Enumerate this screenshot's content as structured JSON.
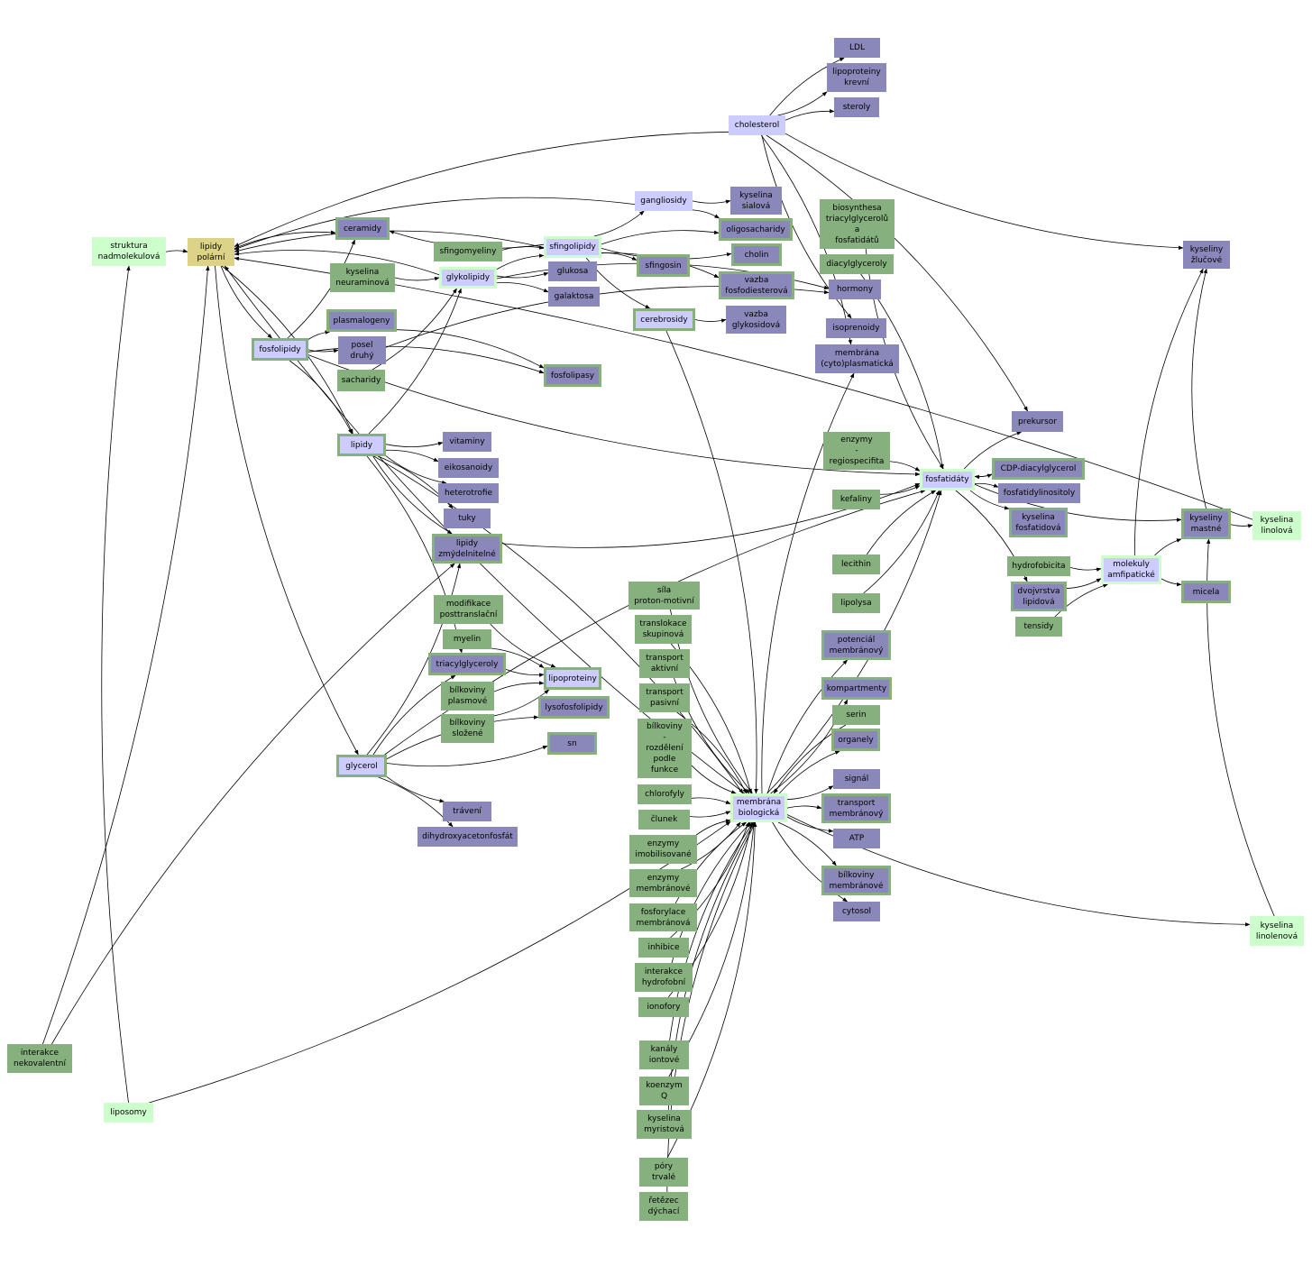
{
  "nodes": {
    "lipidy_polarni": {
      "label": "lipidy\npolární",
      "fill": "yellow",
      "border": "none"
    },
    "struktura": {
      "label": "struktura\nnadmolekulová",
      "fill": "mint",
      "border": "none"
    },
    "cholesterol": {
      "label": "cholesterol",
      "fill": "lav",
      "border": "none"
    },
    "ldl": {
      "label": "LDL",
      "fill": "purple",
      "border": "none"
    },
    "lipoproteiny_krevni": {
      "label": "lipoproteiny\nkrevní",
      "fill": "purple",
      "border": "none"
    },
    "steroly": {
      "label": "steroly",
      "fill": "purple",
      "border": "none"
    },
    "gangliosidy": {
      "label": "gangliosidy",
      "fill": "lav",
      "border": "none"
    },
    "kyselina_sialova": {
      "label": "kyselina\nsialová",
      "fill": "purple",
      "border": "none"
    },
    "oligosacharidy": {
      "label": "oligosacharidy",
      "fill": "purple",
      "border": "green"
    },
    "ceramidy": {
      "label": "ceramidy",
      "fill": "purple",
      "border": "green"
    },
    "sfingomyeliny": {
      "label": "sfingomyeliny",
      "fill": "green",
      "border": "none"
    },
    "sfingolipidy": {
      "label": "sfingolipidy",
      "fill": "lav",
      "border": "mint"
    },
    "sfingosin": {
      "label": "sfingosin",
      "fill": "purple",
      "border": "green"
    },
    "cholin": {
      "label": "cholin",
      "fill": "purple",
      "border": "green"
    },
    "biosynthesa": {
      "label": "biosynthesa\ntriacylglycerolů\na\nfosfatidátů",
      "fill": "green",
      "border": "none"
    },
    "kyseliny_zlucove": {
      "label": "kyseliny\nžlučové",
      "fill": "purple",
      "border": "none"
    },
    "kyselina_neuraminova": {
      "label": "kyselina\nneuraminová",
      "fill": "green",
      "border": "none"
    },
    "glykolipidy": {
      "label": "glykolipidy",
      "fill": "lav",
      "border": "mint"
    },
    "glukosa": {
      "label": "glukosa",
      "fill": "purple",
      "border": "none"
    },
    "galaktosa": {
      "label": "galaktosa",
      "fill": "purple",
      "border": "none"
    },
    "vazba_fosfodiesterova": {
      "label": "vazba\nfosfodiesterová",
      "fill": "purple",
      "border": "green"
    },
    "diacylglyceroly": {
      "label": "diacylglyceroly",
      "fill": "green",
      "border": "none"
    },
    "hormony": {
      "label": "hormony",
      "fill": "purple",
      "border": "none"
    },
    "plasmalogeny": {
      "label": "plasmalogeny",
      "fill": "purple",
      "border": "green"
    },
    "cerebrosidy": {
      "label": "cerebrosidy",
      "fill": "lav",
      "border": "green"
    },
    "vazba_glykosidova": {
      "label": "vazba\nglykosidová",
      "fill": "purple",
      "border": "none"
    },
    "isoprenoidy": {
      "label": "isoprenoidy",
      "fill": "purple",
      "border": "none"
    },
    "fosfolipidy": {
      "label": "fosfolipidy",
      "fill": "lav",
      "border": "green"
    },
    "posel_druhy": {
      "label": "posel\ndruhý",
      "fill": "purple",
      "border": "none"
    },
    "membrana_cyto": {
      "label": "membrána\n(cyto)plasmatická",
      "fill": "purple",
      "border": "none"
    },
    "sacharidy": {
      "label": "sacharidy",
      "fill": "green",
      "border": "none"
    },
    "fosfolipasy": {
      "label": "fosfolipasy",
      "fill": "purple",
      "border": "green"
    },
    "prekursor": {
      "label": "prekursor",
      "fill": "purple",
      "border": "none"
    },
    "lipidy": {
      "label": "lipidy",
      "fill": "lav",
      "border": "green"
    },
    "vitaminy": {
      "label": "vitaminy",
      "fill": "purple",
      "border": "none"
    },
    "enzymy_regio": {
      "label": "enzymy\n-\nregiospecifita",
      "fill": "green",
      "border": "none"
    },
    "eikosanoidy": {
      "label": "eikosanoidy",
      "fill": "purple",
      "border": "none"
    },
    "fosfatidaty": {
      "label": "fosfatidáty",
      "fill": "lav",
      "border": "mint"
    },
    "cdp": {
      "label": "CDP-diacylglycerol",
      "fill": "purple",
      "border": "green"
    },
    "heterotrofie": {
      "label": "heterotrofie",
      "fill": "purple",
      "border": "none"
    },
    "kefaliny": {
      "label": "kefaliny",
      "fill": "green",
      "border": "none"
    },
    "fosfatidylinositoly": {
      "label": "fosfatidylinositoly",
      "fill": "purple",
      "border": "none"
    },
    "tuky": {
      "label": "tuky",
      "fill": "purple",
      "border": "none"
    },
    "kyselina_fosfatidova": {
      "label": "kyselina\nfosfatidová",
      "fill": "purple",
      "border": "green"
    },
    "kyseliny_mastne": {
      "label": "kyseliny\nmastné",
      "fill": "purple",
      "border": "green"
    },
    "kyselina_linolova": {
      "label": "kyselina\nlinolová",
      "fill": "mint",
      "border": "none"
    },
    "lipidy_zmydelnitelne": {
      "label": "lipidy\nzmýdelnitelné",
      "fill": "purple",
      "border": "green"
    },
    "lecithin": {
      "label": "lecithin",
      "fill": "green",
      "border": "none"
    },
    "hydrofobicita": {
      "label": "hydrofobicita",
      "fill": "green",
      "border": "none"
    },
    "molekuly_amfipaticke": {
      "label": "molekuly\namfipatické",
      "fill": "lav",
      "border": "mint"
    },
    "sila_proton": {
      "label": "síla\nproton-motivní",
      "fill": "green",
      "border": "none"
    },
    "micela": {
      "label": "micela",
      "fill": "purple",
      "border": "green"
    },
    "dvojvrstva": {
      "label": "dvojvrstva\nlipidová",
      "fill": "purple",
      "border": "green"
    },
    "lipolysa": {
      "label": "lipolysa",
      "fill": "green",
      "border": "none"
    },
    "modifikace": {
      "label": "modifikace\nposttranslační",
      "fill": "green",
      "border": "none"
    },
    "translokace": {
      "label": "translokace\nskupinová",
      "fill": "green",
      "border": "none"
    },
    "tensidy": {
      "label": "tensidy",
      "fill": "green",
      "border": "none"
    },
    "myelin": {
      "label": "myelin",
      "fill": "green",
      "border": "none"
    },
    "potencial": {
      "label": "potenciál\nmembránový",
      "fill": "purple",
      "border": "green"
    },
    "transport_aktivni": {
      "label": "transport\naktivní",
      "fill": "green",
      "border": "none"
    },
    "triacylglyceroly": {
      "label": "triacylglyceroly",
      "fill": "purple",
      "border": "green"
    },
    "lipoproteiny": {
      "label": "lipoproteiny",
      "fill": "lav",
      "border": "green"
    },
    "kompartmenty": {
      "label": "kompartmenty",
      "fill": "purple",
      "border": "green"
    },
    "bilkoviny_plasmove": {
      "label": "bílkoviny\nplasmové",
      "fill": "green",
      "border": "none"
    },
    "transport_pasivni": {
      "label": "transport\npasivní",
      "fill": "green",
      "border": "none"
    },
    "lysofosfolipidy": {
      "label": "lysofosfolipidy",
      "fill": "purple",
      "border": "green"
    },
    "serin": {
      "label": "serin",
      "fill": "green",
      "border": "none"
    },
    "bilkoviny_slozene": {
      "label": "bílkoviny\nsložené",
      "fill": "green",
      "border": "none"
    },
    "bilkoviny_rozdeleni": {
      "label": "bílkoviny\n-\nrozdělení\npodle\nfunkce",
      "fill": "green",
      "border": "none"
    },
    "organely": {
      "label": "organely",
      "fill": "purple",
      "border": "green"
    },
    "sn": {
      "label": "sn",
      "fill": "purple",
      "border": "green"
    },
    "glycerol": {
      "label": "glycerol",
      "fill": "lav",
      "border": "green"
    },
    "signal": {
      "label": "signál",
      "fill": "purple",
      "border": "none"
    },
    "chlorofyly": {
      "label": "chlorofyly",
      "fill": "green",
      "border": "none"
    },
    "membrana_biologicka": {
      "label": "membrána\nbiologická",
      "fill": "lav",
      "border": "mint"
    },
    "transport_membranovy": {
      "label": "transport\nmembránový",
      "fill": "purple",
      "border": "green"
    },
    "travení": {
      "label": "trávení",
      "fill": "purple",
      "border": "none"
    },
    "clunek": {
      "label": "člunek",
      "fill": "green",
      "border": "none"
    },
    "atp": {
      "label": "ATP",
      "fill": "purple",
      "border": "none"
    },
    "dihydroxyaceton": {
      "label": "dihydroxyacetonfosfát",
      "fill": "purple",
      "border": "none"
    },
    "enzymy_imobil": {
      "label": "enzymy\nimobilisované",
      "fill": "green",
      "border": "none"
    },
    "bilkoviny_membranove": {
      "label": "bílkoviny\nmembránové",
      "fill": "purple",
      "border": "green"
    },
    "enzymy_membranove": {
      "label": "enzymy\nmembránové",
      "fill": "green",
      "border": "none"
    },
    "cytosol": {
      "label": "cytosol",
      "fill": "purple",
      "border": "none"
    },
    "fosforylace": {
      "label": "fosforylace\nmembránová",
      "fill": "green",
      "border": "none"
    },
    "kyselina_linolenova": {
      "label": "kyselina\nlinolenová",
      "fill": "mint",
      "border": "none"
    },
    "inhibice": {
      "label": "inhibice",
      "fill": "green",
      "border": "none"
    },
    "interakce_hydrofobni": {
      "label": "interakce\nhydrofobní",
      "fill": "green",
      "border": "none"
    },
    "ionofory": {
      "label": "ionofory",
      "fill": "green",
      "border": "none"
    },
    "interakce_nekovalentni": {
      "label": "interakce\nnekovalentní",
      "fill": "green",
      "border": "none"
    },
    "kanaly": {
      "label": "kanály\niontové",
      "fill": "green",
      "border": "none"
    },
    "koenzym": {
      "label": "koenzym\nQ",
      "fill": "green",
      "border": "none"
    },
    "liposomy": {
      "label": "liposomy",
      "fill": "mint",
      "border": "none"
    },
    "kyselina_myristova": {
      "label": "kyselina\nmyristová",
      "fill": "green",
      "border": "none"
    },
    "pory": {
      "label": "póry\ntrvalé",
      "fill": "green",
      "border": "none"
    },
    "retezec": {
      "label": "řetězec\ndýchací",
      "fill": "green",
      "border": "none"
    }
  },
  "edges": [
    [
      "struktura",
      "lipidy_polarni"
    ],
    [
      "cholesterol",
      "lipidy_polarni"
    ],
    [
      "cholesterol",
      "ldl"
    ],
    [
      "cholesterol",
      "lipoproteiny_krevni"
    ],
    [
      "cholesterol",
      "steroly"
    ],
    [
      "cholesterol",
      "kyseliny_zlucove"
    ],
    [
      "cholesterol",
      "prekursor"
    ],
    [
      "cholesterol",
      "isoprenoidy"
    ],
    [
      "cholesterol",
      "membrana_cyto"
    ],
    [
      "gangliosidy",
      "kyselina_sialova"
    ],
    [
      "gangliosidy",
      "oligosacharidy"
    ],
    [
      "gangliosidy",
      "lipidy_polarni"
    ],
    [
      "sfingolipidy",
      "ceramidy"
    ],
    [
      "sfingolipidy",
      "gangliosidy"
    ],
    [
      "sfingolipidy",
      "sfingosin"
    ],
    [
      "sfingolipidy",
      "cholin"
    ],
    [
      "sfingolipidy",
      "oligosacharidy"
    ],
    [
      "sfingolipidy",
      "cerebrosidy"
    ],
    [
      "sfingolipidy",
      "vazba_fosfodiesterova"
    ],
    [
      "sfingolipidy",
      "lipidy_polarni"
    ],
    [
      "sfingomyeliny",
      "sfingolipidy"
    ],
    [
      "kyselina_neuraminova",
      "glykolipidy"
    ],
    [
      "glykolipidy",
      "sfingolipidy"
    ],
    [
      "glykolipidy",
      "glukosa"
    ],
    [
      "glykolipidy",
      "galaktosa"
    ],
    [
      "glykolipidy",
      "lipidy_polarni"
    ],
    [
      "glykolipidy",
      "hormony"
    ],
    [
      "cerebrosidy",
      "vazba_glykosidova"
    ],
    [
      "cerebrosidy",
      "membrana_biologicka"
    ],
    [
      "lipidy_polarni",
      "fosfolipidy"
    ],
    [
      "lipidy_polarni",
      "lipidy"
    ],
    [
      "lipidy_polarni",
      "glycerol"
    ],
    [
      "lipidy_polarni",
      "ceramidy"
    ],
    [
      "fosfolipidy",
      "ceramidy"
    ],
    [
      "fosfolipidy",
      "plasmalogeny"
    ],
    [
      "fosfolipidy",
      "posel_druhy"
    ],
    [
      "fosfolipidy",
      "lipidy"
    ],
    [
      "fosfolipidy",
      "fosfatidaty"
    ],
    [
      "fosfolipidy",
      "fosfolipasy"
    ],
    [
      "sacharidy",
      "glykolipidy"
    ],
    [
      "plasmalogeny",
      "fosfolipasy"
    ],
    [
      "lipidy",
      "vitaminy"
    ],
    [
      "lipidy",
      "eikosanoidy"
    ],
    [
      "lipidy",
      "heterotrofie"
    ],
    [
      "lipidy",
      "tuky"
    ],
    [
      "lipidy",
      "lipidy_zmydelnitelne"
    ],
    [
      "lipidy",
      "triacylglyceroly"
    ],
    [
      "lipidy",
      "glykolipidy"
    ],
    [
      "lipidy",
      "membrana_biologicka"
    ],
    [
      "lipidy_zmydelnitelne",
      "fosfatidaty"
    ],
    [
      "enzymy_regio",
      "fosfatidaty"
    ],
    [
      "kefaliny",
      "fosfatidaty"
    ],
    [
      "lecithin",
      "fosfatidaty"
    ],
    [
      "lipolysa",
      "fosfatidaty"
    ],
    [
      "fosfatidaty",
      "prekursor"
    ],
    [
      "fosfatidaty",
      "cdp"
    ],
    [
      "fosfatidaty",
      "fosfatidylinositoly"
    ],
    [
      "fosfatidaty",
      "kyselina_fosfatidova"
    ],
    [
      "fosfatidaty",
      "dvojvrstva"
    ],
    [
      "fosfatidaty",
      "kyseliny_mastne"
    ],
    [
      "cdp",
      "fosfatidaty"
    ],
    [
      "biosynthesa",
      "fosfatidaty"
    ],
    [
      "diacylglyceroly",
      "fosfatidaty"
    ],
    [
      "kyseliny_mastne",
      "kyselina_linolova"
    ],
    [
      "kyseliny_mastne",
      "kyseliny_zlucove"
    ],
    [
      "kyselina_linolova",
      "lipidy_polarni"
    ],
    [
      "kyselina_linolenova",
      "kyseliny_mastne"
    ],
    [
      "hydrofobicita",
      "molekuly_amfipaticke"
    ],
    [
      "tensidy",
      "molekuly_amfipaticke"
    ],
    [
      "dvojvrstva",
      "molekuly_amfipaticke"
    ],
    [
      "molekuly_amfipaticke",
      "kyseliny_mastne"
    ],
    [
      "molekuly_amfipaticke",
      "micela"
    ],
    [
      "molekuly_amfipaticke",
      "kyseliny_zlucove"
    ],
    [
      "modifikace",
      "lipoproteiny"
    ],
    [
      "myelin",
      "lipoproteiny"
    ],
    [
      "triacylglyceroly",
      "lipoproteiny"
    ],
    [
      "bilkoviny_plasmove",
      "lipoproteiny"
    ],
    [
      "bilkoviny_slozene",
      "lipoproteiny"
    ],
    [
      "glycerol",
      "triacylglyceroly"
    ],
    [
      "glycerol",
      "sn"
    ],
    [
      "glycerol",
      "lysofosfolipidy"
    ],
    [
      "glycerol",
      "travení"
    ],
    [
      "glycerol",
      "dihydroxyaceton"
    ],
    [
      "glycerol",
      "lipidy_zmydelnitelne"
    ],
    [
      "glycerol",
      "fosfatidaty"
    ],
    [
      "sila_proton",
      "membrana_biologicka"
    ],
    [
      "translokace",
      "membrana_biologicka"
    ],
    [
      "transport_aktivni",
      "membrana_biologicka"
    ],
    [
      "transport_pasivni",
      "membrana_biologicka"
    ],
    [
      "bilkoviny_rozdeleni",
      "membrana_biologicka"
    ],
    [
      "chlorofyly",
      "membrana_biologicka"
    ],
    [
      "clunek",
      "membrana_biologicka"
    ],
    [
      "enzymy_imobil",
      "membrana_biologicka"
    ],
    [
      "enzymy_membranove",
      "membrana_biologicka"
    ],
    [
      "fosforylace",
      "membrana_biologicka"
    ],
    [
      "inhibice",
      "membrana_biologicka"
    ],
    [
      "interakce_hydrofobni",
      "membrana_biologicka"
    ],
    [
      "ionofory",
      "membrana_biologicka"
    ],
    [
      "kanaly",
      "membrana_biologicka"
    ],
    [
      "koenzym",
      "membrana_biologicka"
    ],
    [
      "kyselina_myristova",
      "membrana_biologicka"
    ],
    [
      "pory",
      "membrana_biologicka"
    ],
    [
      "retezec",
      "membrana_biologicka"
    ],
    [
      "serin",
      "membrana_biologicka"
    ],
    [
      "membrana_biologicka",
      "potencial"
    ],
    [
      "membrana_biologicka",
      "kompartmenty"
    ],
    [
      "membrana_biologicka",
      "organely"
    ],
    [
      "membrana_biologicka",
      "signal"
    ],
    [
      "membrana_biologicka",
      "transport_membranovy"
    ],
    [
      "membrana_biologicka",
      "atp"
    ],
    [
      "membrana_biologicka",
      "bilkoviny_membranove"
    ],
    [
      "membrana_biologicka",
      "cytosol"
    ],
    [
      "membrana_biologicka",
      "membrana_cyto"
    ],
    [
      "membrana_biologicka",
      "fosfatidaty"
    ],
    [
      "membrana_biologicka",
      "lipidy_polarni"
    ],
    [
      "membrana_biologicka",
      "kyselina_linolenova"
    ],
    [
      "interakce_nekovalentni",
      "lipidy_zmydelnitelne"
    ],
    [
      "interakce_nekovalentni",
      "lipidy_polarni"
    ],
    [
      "liposomy",
      "struktura"
    ],
    [
      "liposomy",
      "membrana_biologicka"
    ],
    [
      "posel_druhy",
      "hormony"
    ]
  ],
  "colors": {
    "green": "#86b17e",
    "purple": "#8a88bb",
    "lav": "#ccccff",
    "mint": "#ccffcc",
    "yellow": "#dcd389",
    "edge": "#000000"
  }
}
